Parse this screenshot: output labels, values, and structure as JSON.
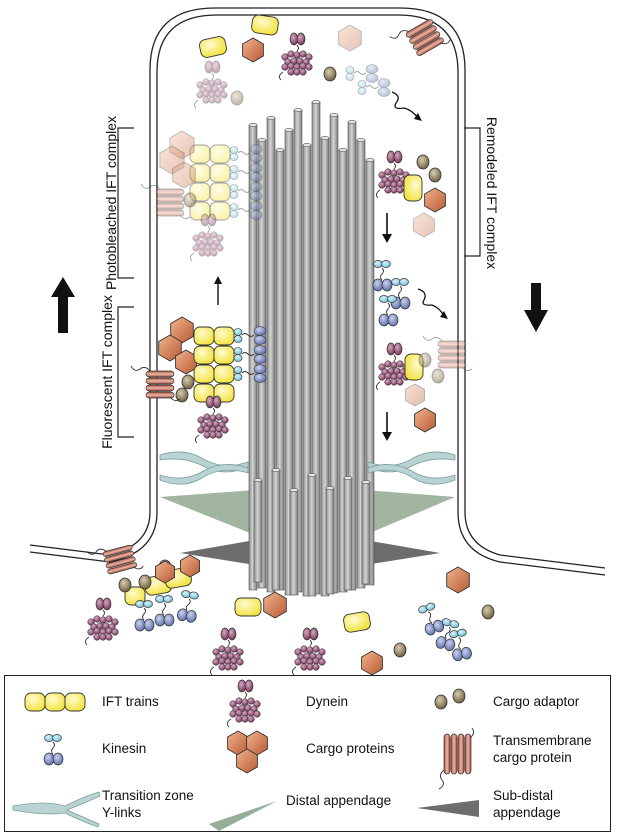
{
  "side_labels": {
    "photobleached": "Photobleached IFT complex",
    "fluorescent": "Fluorescent IFT complex",
    "remodeled": "Remodeled IFT complex"
  },
  "legend": {
    "ift_trains": "IFT trains",
    "dynein": "Dynein",
    "cargo_adaptor": "Cargo adaptor",
    "kinesin": "Kinesin",
    "cargo_proteins": "Cargo proteins",
    "transmembrane_line1": "Transmembrane",
    "transmembrane_line2": "cargo protein",
    "tz_line1": "Transition zone",
    "tz_line2": "Y-links",
    "distal_appendage": "Distal appendage",
    "subdistal_line1": "Sub-distal",
    "subdistal_line2": "appendage"
  },
  "colors": {
    "ift_yellow": "#f7ec4a",
    "dynein_purple": "#7a3a5a",
    "kinesin_blue": "#6f7fb8",
    "cargo_orange": "#c9704a",
    "adaptor_brown": "#7a6a4a",
    "axoneme_grey": "#a8a8a8",
    "distal_green": "#8fa88f",
    "tz_blue": "#a9c7c7"
  }
}
